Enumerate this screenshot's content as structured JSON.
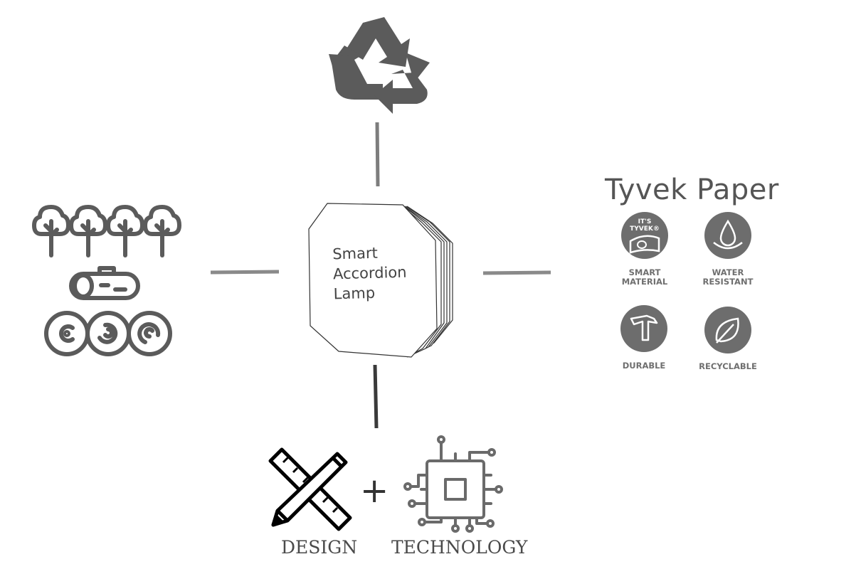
{
  "center": {
    "label": "Smart\nAccordion\nLamp",
    "icon": "accordion-lamp"
  },
  "top": {
    "icon": "recycle-icon"
  },
  "left": {
    "icon": "trees-logs-icon"
  },
  "right": {
    "title": "Tyvek Paper",
    "badge_text": "IT'S\nTYVEK®",
    "features": [
      {
        "label": "SMART\nMATERIAL",
        "icon": "tyvek-roll-icon"
      },
      {
        "label": "WATER\nRESISTANT",
        "icon": "water-drop-icon"
      },
      {
        "label": "DURABLE",
        "icon": "hammer-icon"
      },
      {
        "label": "RECYCLABLE",
        "icon": "leaf-icon"
      }
    ]
  },
  "bottom": {
    "design_label": "DESIGN",
    "plus": "+",
    "technology_label": "TECHNOLOGY",
    "design_icon": "ruler-pencil-icon",
    "technology_icon": "chip-icon"
  },
  "colors": {
    "icon_gray": "#5b5b5b",
    "connector_gray": "#7d7d7d",
    "connector_dark": "#3a3a3a",
    "badge_gray": "#6d6d6d"
  }
}
